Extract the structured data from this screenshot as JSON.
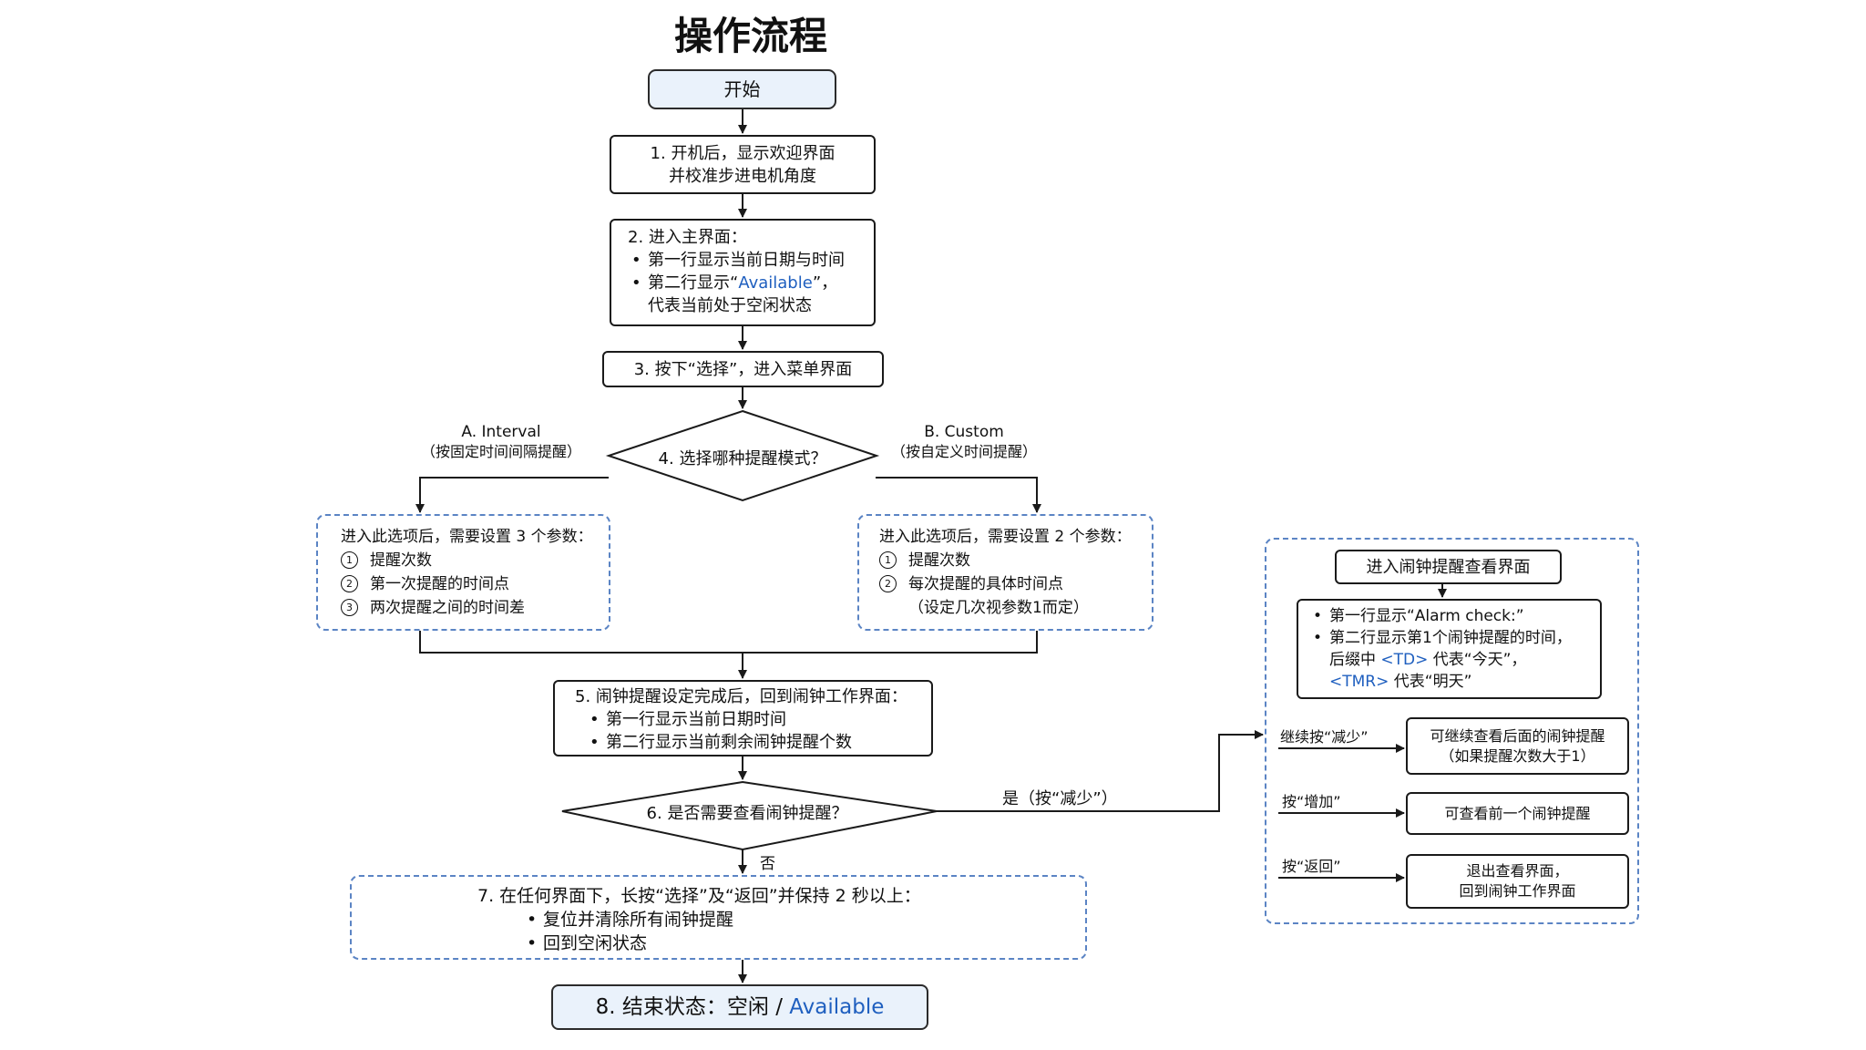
{
  "title": "操作流程",
  "nodes": {
    "start": "开始",
    "step1": [
      "1. 开机后，显示欢迎界面",
      "并校准步进电机角度"
    ],
    "step2": {
      "head": "2. 进入主界面：",
      "b1": "第一行显示当前日期与时间",
      "b2_pre": "第二行显示“",
      "b2_avail": "Available",
      "b2_post": "”，",
      "b2_cont": "代表当前处于空闲状态"
    },
    "step3": "3. 按下“选择”，进入菜单界面",
    "step4": "4. 选择哪种提醒模式？",
    "branch_a": {
      "name": "A. Interval",
      "sub": "（按固定时间间隔提醒）"
    },
    "branch_b": {
      "name": "B. Custom",
      "sub": "（按自定义时间提醒）"
    },
    "interval_box": {
      "head": "进入此选项后，需要设置 3 个参数：",
      "items": [
        {
          "num": "1",
          "text": "提醒次数"
        },
        {
          "num": "2",
          "text": "第一次提醒的时间点"
        },
        {
          "num": "3",
          "text": "两次提醒之间的时间差"
        }
      ]
    },
    "custom_box": {
      "head": "进入此选项后，需要设置 2 个参数：",
      "items": [
        {
          "num": "1",
          "text": "提醒次数"
        },
        {
          "num": "2",
          "text": "每次提醒的具体时间点"
        }
      ],
      "note": "（设定几次视参数1而定）"
    },
    "step5": {
      "head": "5. 闹钟提醒设定完成后，回到闹钟工作界面：",
      "b1": "第一行显示当前日期时间",
      "b2": "第二行显示当前剩余闹钟提醒个数"
    },
    "step6": "6. 是否需要查看闹钟提醒？",
    "yes_label": "是（按“减少”）",
    "no_label": "否",
    "step7": {
      "head": "7. 在任何界面下，长按“选择”及“返回”并保持 2 秒以上：",
      "b1": "复位并清除所有闹钟提醒",
      "b2": "回到空闲状态"
    },
    "step8": {
      "pre": "8. 结束状态：空闲 / ",
      "avail": "Available"
    }
  },
  "alarm_panel": {
    "title": "进入闹钟提醒查看界面",
    "info": {
      "b1": "第一行显示“Alarm check:”",
      "b2": "第二行显示第1个闹钟提醒的时间，",
      "b2_cont_pre": "后缀中 ",
      "td": "<TD>",
      "td_mean": " 代表“今天”，",
      "tmr": "<TMR>",
      "tmr_mean": " 代表“明天”"
    },
    "actions": [
      {
        "key": "继续按“减少”",
        "result": [
          "可继续查看后面的闹钟提醒",
          "（如果提醒次数大于1）"
        ]
      },
      {
        "key": "按“增加”",
        "result": [
          "可查看前一个闹钟提醒"
        ]
      },
      {
        "key": "按“返回”",
        "result": [
          "退出查看界面，",
          "回到闹钟工作界面"
        ]
      }
    ]
  },
  "colors": {
    "accent": "#1f5fbf",
    "soft_fill": "#eaf2fb",
    "dash": "#5b84c4"
  }
}
